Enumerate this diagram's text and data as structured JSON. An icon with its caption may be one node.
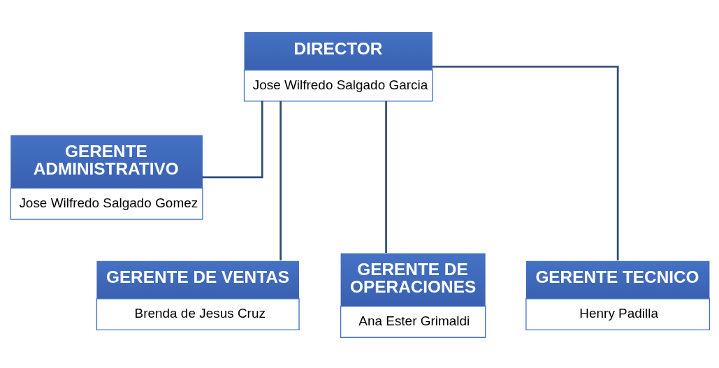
{
  "diagram": {
    "nodes": [
      {
        "text": [
          "DIRECTOR",
          "Jose Wilfredo Salgado Garcia"
        ]
      },
      {
        "text": [
          "GERENTE ADMINISTRATIVO",
          "Jose Wilfredo Salgado Gomez"
        ]
      },
      {
        "text": [
          "GERENTE DE VENTAS",
          "Brenda de Jesus Cruz"
        ]
      },
      {
        "text": [
          "GERENTE DE OPERACIONES",
          "Ana Ester Grimaldi"
        ]
      },
      {
        "text": [
          "GERENTE TECNICO",
          "Henry Padilla"
        ]
      }
    ],
    "edges": [
      {
        "from": 0,
        "to": 1,
        "arrow": "none"
      },
      {
        "from": 0,
        "to": 2,
        "arrow": "none"
      },
      {
        "from": 0,
        "to": 3,
        "arrow": "none"
      },
      {
        "from": 0,
        "to": 4,
        "arrow": "none"
      }
    ]
  }
}
